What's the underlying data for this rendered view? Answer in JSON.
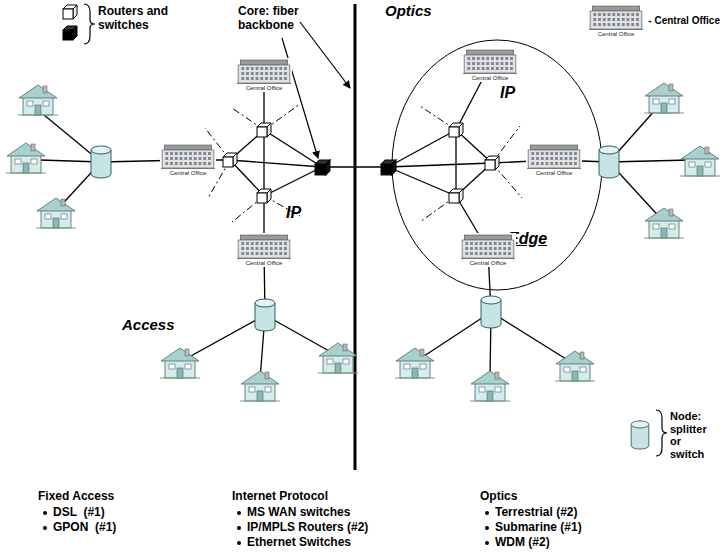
{
  "diagram": {
    "nodes": [
      {
        "text": [
          "Central Office"
        ]
      },
      {
        "text": [
          "Central Office"
        ]
      },
      {
        "text": [
          "Central Office"
        ]
      },
      {
        "text": [
          "Central Office"
        ]
      },
      {
        "text": [
          "Central Office"
        ]
      },
      {
        "text": [
          "Central Office"
        ]
      },
      {
        "text": [
          "Central Office"
        ]
      }
    ],
    "labels": [
      "Core: fiber backbone",
      "Optics",
      "IP",
      "IP",
      "Edge",
      "Access",
      "Fixed Access",
      "DSL  (#1)",
      "GPON  (#1)",
      "Internet Protocol",
      "MS WAN switches",
      "IP/MPLS Routers (#2)",
      "Ethernet Switches",
      "Optics",
      "Terrestrial (#2)",
      "Submarine (#1)",
      "WDM (#2)"
    ],
    "legend": [
      {
        "text": "Routers and switches"
      },
      {
        "text": "- Central Office"
      },
      {
        "text": "Node: splitter or switch"
      }
    ]
  }
}
